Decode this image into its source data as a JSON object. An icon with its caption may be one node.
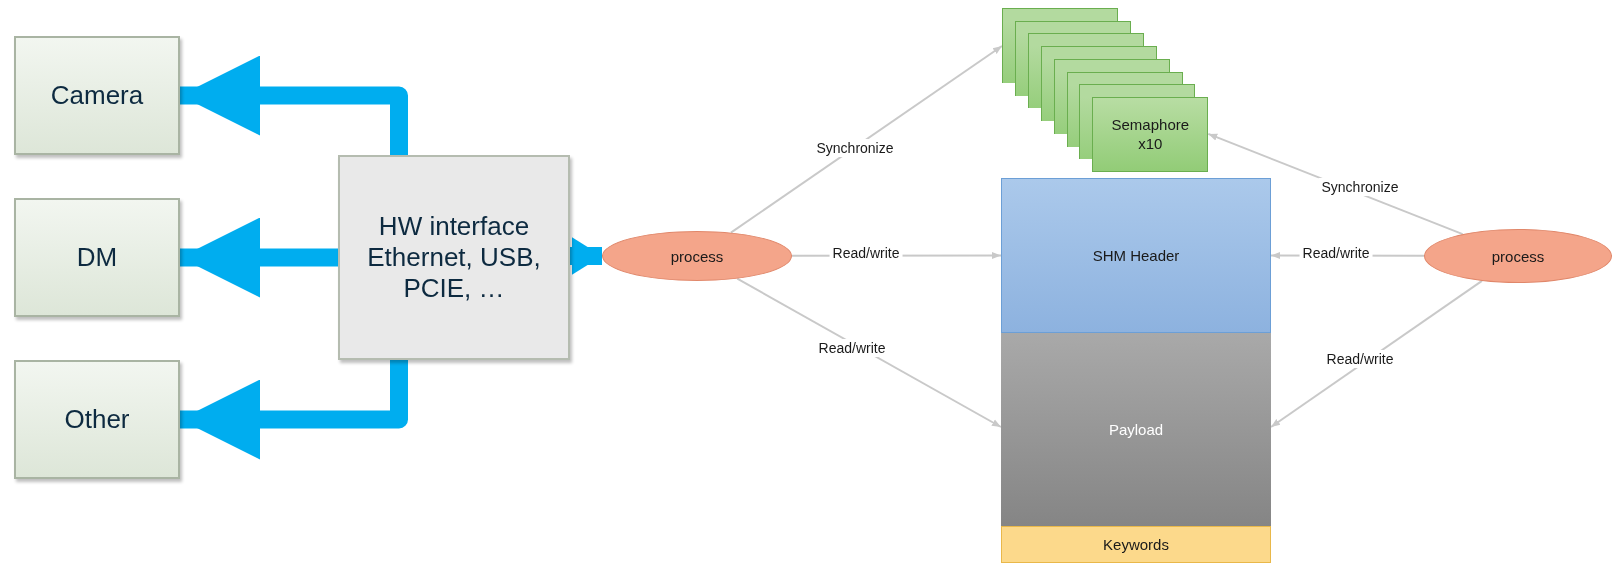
{
  "diagram": {
    "nodes": [
      {
        "text": [
          "Camera"
        ]
      },
      {
        "text": [
          "DM"
        ]
      },
      {
        "text": [
          "Other"
        ]
      },
      {
        "text": [
          "HW interface Ethernet, USB, PCIE, …"
        ]
      },
      {
        "text": [
          "process"
        ]
      },
      {
        "text": [],
        "shape": "box"
      },
      {
        "text": [],
        "shape": "box"
      },
      {
        "text": [],
        "shape": "box"
      },
      {
        "text": [],
        "shape": "box"
      },
      {
        "text": [],
        "shape": "box"
      },
      {
        "text": [],
        "shape": "box"
      },
      {
        "text": [],
        "shape": "box"
      },
      {
        "text": [
          "Semaphore x10"
        ]
      },
      {
        "text": [
          "SHM Header"
        ]
      },
      {
        "text": [
          "Payload"
        ]
      },
      {
        "text": [
          "Keywords"
        ]
      },
      {
        "text": [
          "process"
        ]
      }
    ],
    "edges": [
      {
        "from": 3,
        "to": 0,
        "arrow": "to",
        "style": "thick",
        "color": "#00adef"
      },
      {
        "from": 3,
        "to": 1,
        "arrow": "to",
        "style": "thick",
        "color": "#00adef"
      },
      {
        "from": 3,
        "to": 2,
        "arrow": "to",
        "style": "thick",
        "color": "#00adef"
      },
      {
        "from": 3,
        "to": 4,
        "arrow": "to",
        "style": "thick",
        "color": "#00adef"
      },
      {
        "from": 4,
        "to": 5,
        "arrow": "to",
        "label": "Synchronize"
      },
      {
        "from": 4,
        "to": 13,
        "arrow": "to",
        "label": "Read/write"
      },
      {
        "from": 4,
        "to": 14,
        "arrow": "to",
        "label": "Read/write"
      },
      {
        "from": 16,
        "to": 12,
        "arrow": "to",
        "label": "Synchronize"
      },
      {
        "from": 16,
        "to": 13,
        "arrow": "to",
        "label": "Read/write"
      },
      {
        "from": 16,
        "to": 14,
        "arrow": "to",
        "label": "Read/write"
      }
    ]
  }
}
